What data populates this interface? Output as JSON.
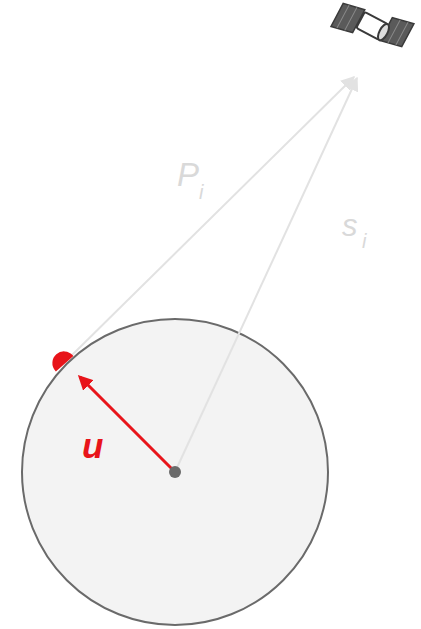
{
  "diagram": {
    "labels": [
      "P",
      "i",
      "s",
      "i",
      "u"
    ]
  }
}
